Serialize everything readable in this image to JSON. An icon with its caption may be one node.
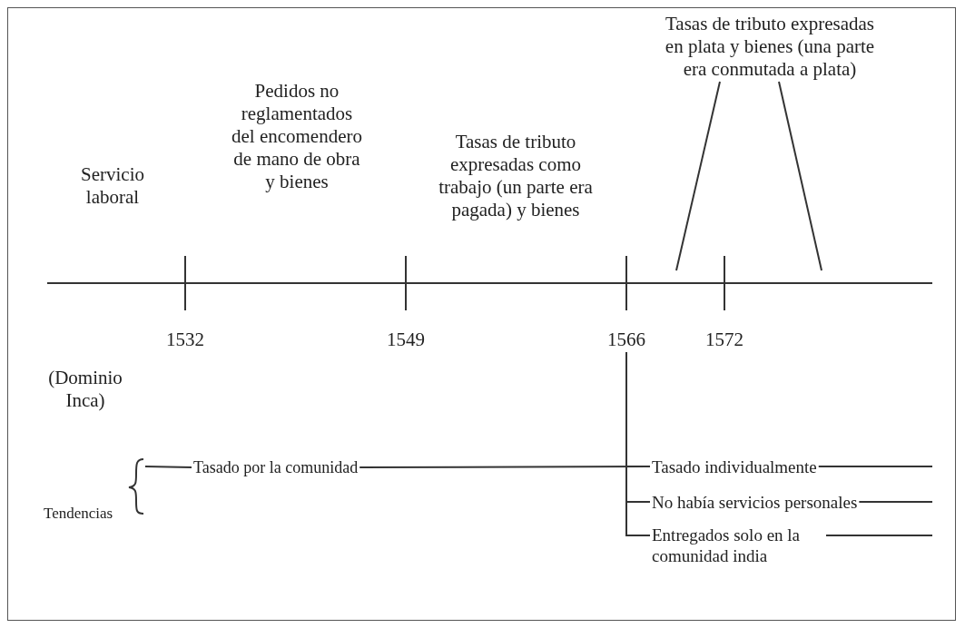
{
  "diagram": {
    "nodes": [
      {
        "text": [
          "Tasas de tributo expresadas en plata y bienes (una parte era conmutada a plata)"
        ]
      },
      {
        "text": [
          "1566"
        ]
      },
      {
        "text": [
          "Tasado por la comunidad"
        ]
      },
      {
        "text": [
          "Tasado individualmente"
        ]
      },
      {
        "text": [
          "No había servicios personales"
        ]
      },
      {
        "text": [
          "Entregados solo en la comunidad india"
        ]
      },
      {
        "text": [],
        "shape": "brace"
      }
    ],
    "edges": [
      {
        "from": 0,
        "to": null,
        "arrow": "none"
      },
      {
        "from": 0,
        "to": null,
        "arrow": "none"
      },
      {
        "from": 6,
        "to": 2,
        "arrow": "none"
      },
      {
        "from": 2,
        "to": 3,
        "arrow": "none"
      },
      {
        "from": 1,
        "to": 3,
        "arrow": "none"
      },
      {
        "from": 1,
        "to": 4,
        "arrow": "none"
      },
      {
        "from": 1,
        "to": 5,
        "arrow": "none"
      },
      {
        "from": 3,
        "to": null,
        "arrow": "none"
      },
      {
        "from": 4,
        "to": null,
        "arrow": "none"
      },
      {
        "from": 5,
        "to": null,
        "arrow": "none"
      }
    ],
    "labels": [
      "Pedidos no reglamentados del encomendero de mano de obra y bienes",
      "Tasas de tributo expresadas como trabajo (un parte era pagada) y bienes",
      "Servicio laboral",
      "1532",
      "1549",
      "1572",
      "(Dominio Inca)",
      "Tendencias"
    ]
  }
}
